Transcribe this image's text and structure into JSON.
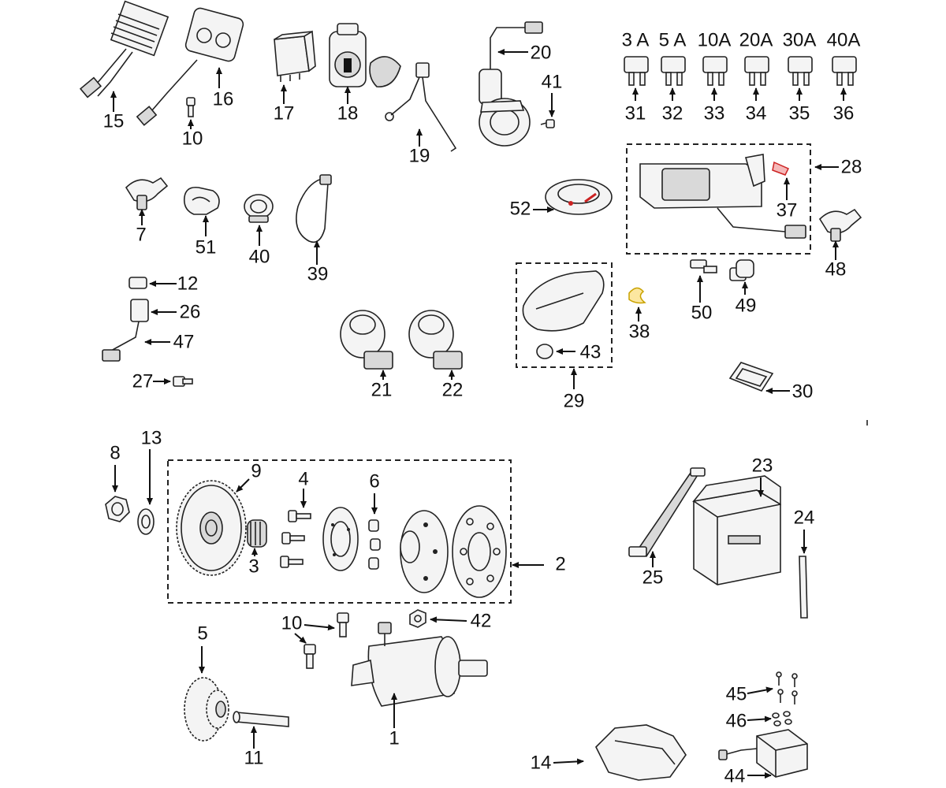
{
  "colors": {
    "line": "#222222",
    "fill": "#f4f4f4",
    "accent_red": "#cc2222",
    "accent_yellow": "#f0c020"
  },
  "labels": {
    "l1": "1",
    "l2": "2",
    "l3": "3",
    "l4": "4",
    "l5": "5",
    "l6": "6",
    "l7": "7",
    "l8": "8",
    "l9": "9",
    "l10a": "10",
    "l10b": "10",
    "l11": "11",
    "l12": "12",
    "l13": "13",
    "l14": "14",
    "l15": "15",
    "l16": "16",
    "l17": "17",
    "l18": "18",
    "l19": "19",
    "l20": "20",
    "l21": "21",
    "l22": "22",
    "l23": "23",
    "l24": "24",
    "l25": "25",
    "l26": "26",
    "l27": "27",
    "l28": "28",
    "l29": "29",
    "l30": "30",
    "l31": "31",
    "l32": "32",
    "l33": "33",
    "l34": "34",
    "l35": "35",
    "l36": "36",
    "l37": "37",
    "l38": "38",
    "l39": "39",
    "l40": "40",
    "l41": "41",
    "l42": "42",
    "l43": "43",
    "l44": "44",
    "l45": "45",
    "l46": "46",
    "l47": "47",
    "l48": "48",
    "l49": "49",
    "l50": "50",
    "l51": "51",
    "l52": "52"
  },
  "fuse_ratings": [
    "3 A",
    "5 A",
    "10A",
    "20A",
    "30A",
    "40A"
  ],
  "fuse_numbers": [
    "31",
    "32",
    "33",
    "34",
    "35",
    "36"
  ],
  "fuse_colors": [
    "#e8e8e8",
    "#e8e8e8",
    "#e8e8e8",
    "#e8e8e8",
    "#e8e8e8",
    "#e8e8e8"
  ]
}
